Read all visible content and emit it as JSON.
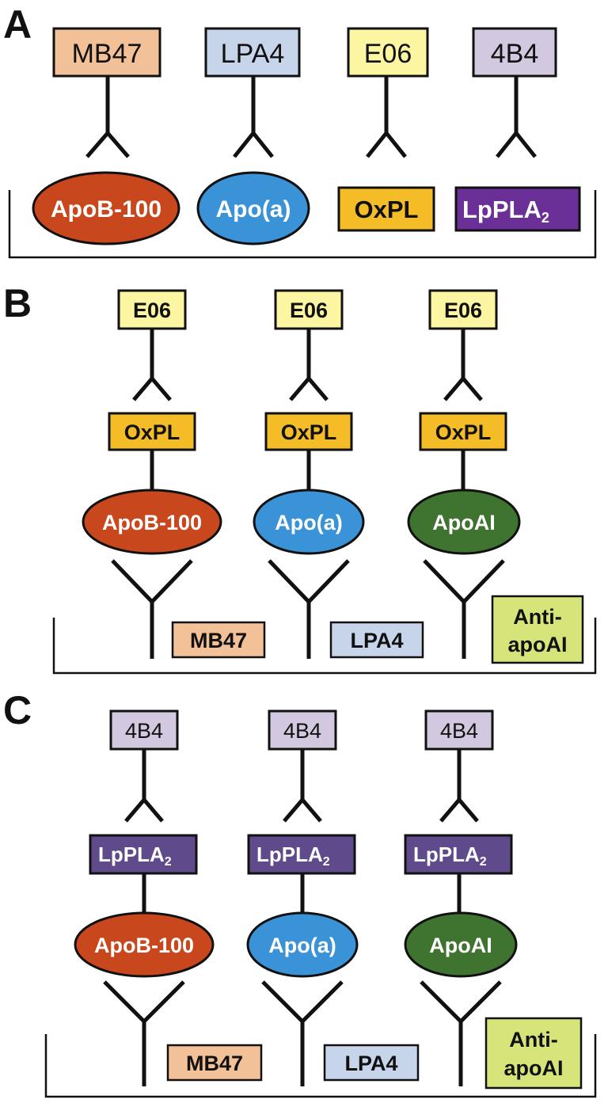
{
  "colors": {
    "mb47": "#f3c197",
    "lpa4": "#c6d5ea",
    "e06": "#fcf5a2",
    "b4": "#d2c8e0",
    "oxpl": "#f4bd28",
    "lppla2": "#5f4a8c",
    "lppla2_a": "#6b2f98",
    "apob": "#c9471d",
    "apoa": "#3a93d6",
    "apoai": "#3f7430",
    "antiapoai": "#d6e47a"
  },
  "panels": {
    "a": {
      "letter": "A",
      "antibodies": [
        "MB47",
        "LPA4",
        "E06",
        "4B4"
      ],
      "targets": [
        "ApoB-100",
        "Apo(a)",
        "OxPL",
        "LpPLA",
        "2"
      ]
    },
    "b": {
      "letter": "B",
      "detection": [
        "E06",
        "E06",
        "E06"
      ],
      "epitope": [
        "OxPL",
        "OxPL",
        "OxPL"
      ],
      "proteins": [
        "ApoB-100",
        "Apo(a)",
        "ApoAI"
      ],
      "capture": [
        "MB47",
        "LPA4",
        "Anti-",
        "apoAI"
      ]
    },
    "c": {
      "letter": "C",
      "detection": [
        "4B4",
        "4B4",
        "4B4"
      ],
      "epitope": [
        "LpPLA",
        "2",
        "LpPLA",
        "2",
        "LpPLA",
        "2"
      ],
      "proteins": [
        "ApoB-100",
        "Apo(a)",
        "ApoAI"
      ],
      "capture": [
        "MB47",
        "LPA4",
        "Anti-",
        "apoAI"
      ]
    }
  }
}
